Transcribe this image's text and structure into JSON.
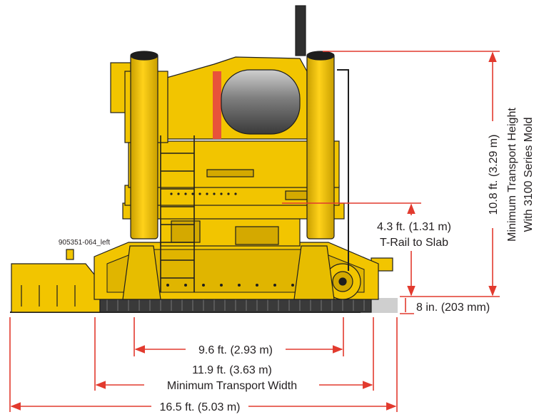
{
  "drawing": {
    "part_id": "905351-064_left"
  },
  "dimensions": {
    "width_axle": {
      "label": "9.6 ft. (2.93 m)"
    },
    "width_transport": {
      "label_line1": "11.9 ft. (3.63 m)",
      "label_line2": "Minimum Transport Width"
    },
    "width_overall": {
      "label": "16.5 ft. (5.03 m)"
    },
    "rail_to_slab": {
      "label_line1": "4.3 ft. (1.31 m)",
      "label_line2": "T-Rail to Slab"
    },
    "slab": {
      "label": "8 in. (203 mm)"
    },
    "height_value": {
      "label": "10.8 ft. (3.29 m)"
    },
    "height_caption": {
      "line1": "Minimum Transport Height",
      "line2": "With 3100 Series Mold"
    }
  },
  "colors": {
    "machine_yellow": "#f2c500",
    "machine_shade": "#d4a900",
    "outline": "#1e1e1e",
    "dimension_red": "#e23a2e",
    "tank_steel": "#8a8a8a",
    "slab_gray": "#cfcfcf",
    "accent_red": "#e8533a"
  }
}
